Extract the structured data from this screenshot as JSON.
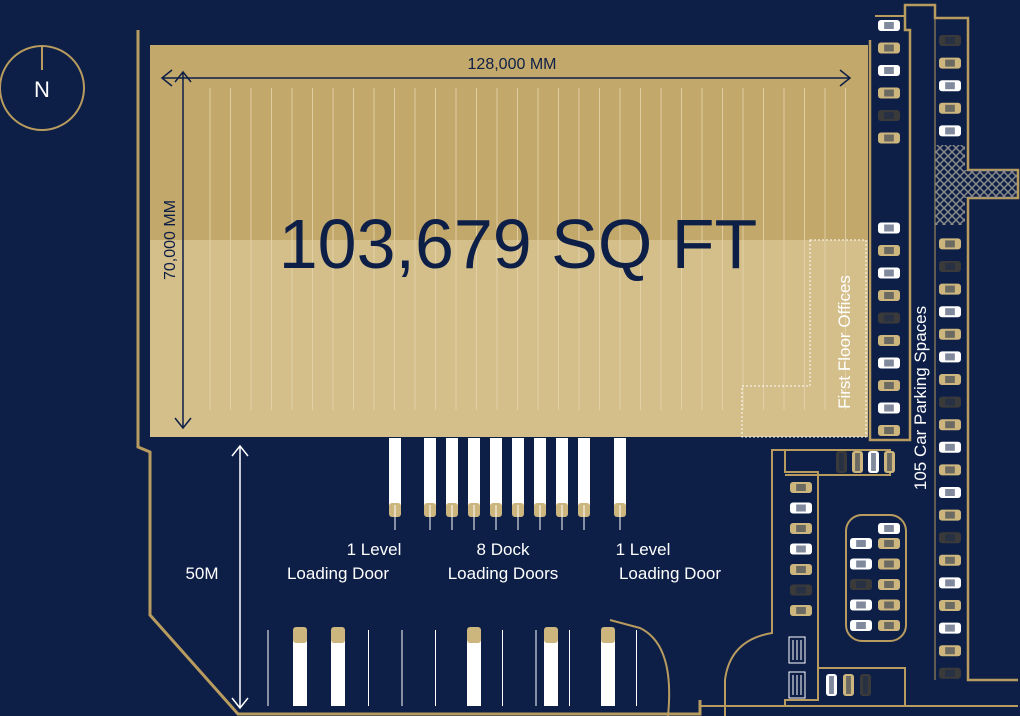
{
  "compass": {
    "label": "N"
  },
  "building": {
    "area": "103,679 SQ FT",
    "width_dim": "128,000 MM",
    "depth_dim": "70,000 MM",
    "offices": "First Floor Offices"
  },
  "yard": {
    "depth": "50M"
  },
  "doors": {
    "left_line1": "1 Level",
    "left_line2": "Loading Door",
    "center_line1": "8 Dock",
    "center_line2": "Loading Doors",
    "right_line1": "1 Level",
    "right_line2": "Loading Door"
  },
  "parking": {
    "label": "105 Car Parking Spaces"
  },
  "colors": {
    "background": "#0d1f47",
    "gold": "#b89b5e",
    "warehouse_top": "#c3a86b",
    "warehouse_bottom": "#d4be8a",
    "car_white": "#ffffff",
    "car_gold": "#cdb67e",
    "car_dark": "#3a3a3a"
  }
}
